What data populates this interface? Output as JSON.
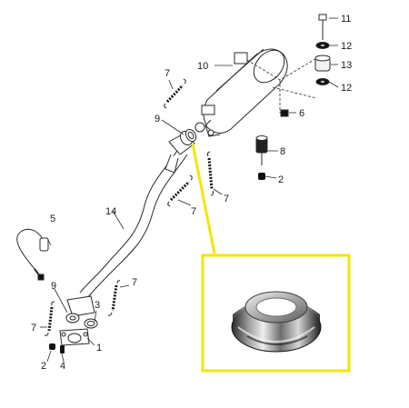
{
  "callouts": [
    {
      "id": "c11",
      "text": "11"
    },
    {
      "id": "c12a",
      "text": "12"
    },
    {
      "id": "c13",
      "text": "13"
    },
    {
      "id": "c12b",
      "text": "12"
    },
    {
      "id": "c10",
      "text": "10"
    },
    {
      "id": "c7a",
      "text": "7"
    },
    {
      "id": "c9a",
      "text": "9"
    },
    {
      "id": "c6",
      "text": "6"
    },
    {
      "id": "c8",
      "text": "8"
    },
    {
      "id": "c2a",
      "text": "2"
    },
    {
      "id": "c7b",
      "text": "7"
    },
    {
      "id": "c7c",
      "text": "7"
    },
    {
      "id": "c14",
      "text": "14"
    },
    {
      "id": "c5",
      "text": "5"
    },
    {
      "id": "c9b",
      "text": "9"
    },
    {
      "id": "c7d",
      "text": "7"
    },
    {
      "id": "c7e",
      "text": "7"
    },
    {
      "id": "c3",
      "text": "3"
    },
    {
      "id": "c1",
      "text": "1"
    },
    {
      "id": "c2b",
      "text": "2"
    },
    {
      "id": "c4",
      "text": "4"
    }
  ],
  "colors": {
    "highlight": "#f2e600",
    "line": "#2a2a2a",
    "part_fill": "#ffffff",
    "chrome_dark": "#1c1c1c",
    "chrome_light": "#d9d9d9"
  },
  "highlighted_part": "gasket-9"
}
